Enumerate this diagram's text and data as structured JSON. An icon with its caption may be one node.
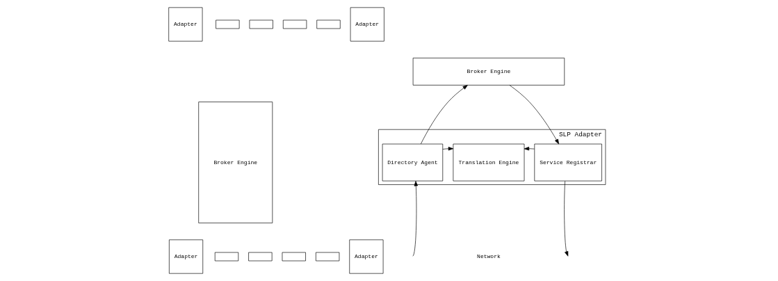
{
  "diagram": {
    "nodes": [
      {
        "text": [
          "Broker Engine"
        ]
      },
      {
        "text": [
          "Adapter"
        ]
      },
      {
        "text": [],
        "shape": "box"
      },
      {
        "text": [],
        "shape": "box"
      },
      {
        "text": [
          "Adapter"
        ]
      },
      {
        "text": [],
        "shape": "box"
      },
      {
        "text": [],
        "shape": "box"
      },
      {
        "text": [
          "Adapter"
        ]
      },
      {
        "text": [],
        "shape": "box"
      },
      {
        "text": [],
        "shape": "box"
      },
      {
        "text": [
          "Adapter"
        ]
      },
      {
        "text": [],
        "shape": "box"
      },
      {
        "text": [],
        "shape": "box"
      },
      {
        "text": [
          "Broker Engine"
        ]
      },
      {
        "text": [
          "SLP Adapter"
        ]
      },
      {
        "text": [
          "Directory Agent"
        ],
        "in": 14
      },
      {
        "text": [
          "Translation Engine"
        ],
        "in": 14
      },
      {
        "text": [
          "Service Registrar"
        ],
        "in": 14
      }
    ],
    "edges": [
      {
        "from": 15,
        "to": 13,
        "arrow": "to"
      },
      {
        "from": 13,
        "to": 17,
        "arrow": "to"
      },
      {
        "from": 15,
        "to": 16,
        "arrow": "to"
      },
      {
        "from": 17,
        "to": 16,
        "arrow": "to"
      },
      {
        "from": null,
        "to": 15,
        "arrow": "to"
      },
      {
        "from": 17,
        "to": null,
        "arrow": "to"
      }
    ],
    "labels": [
      "Network"
    ]
  }
}
